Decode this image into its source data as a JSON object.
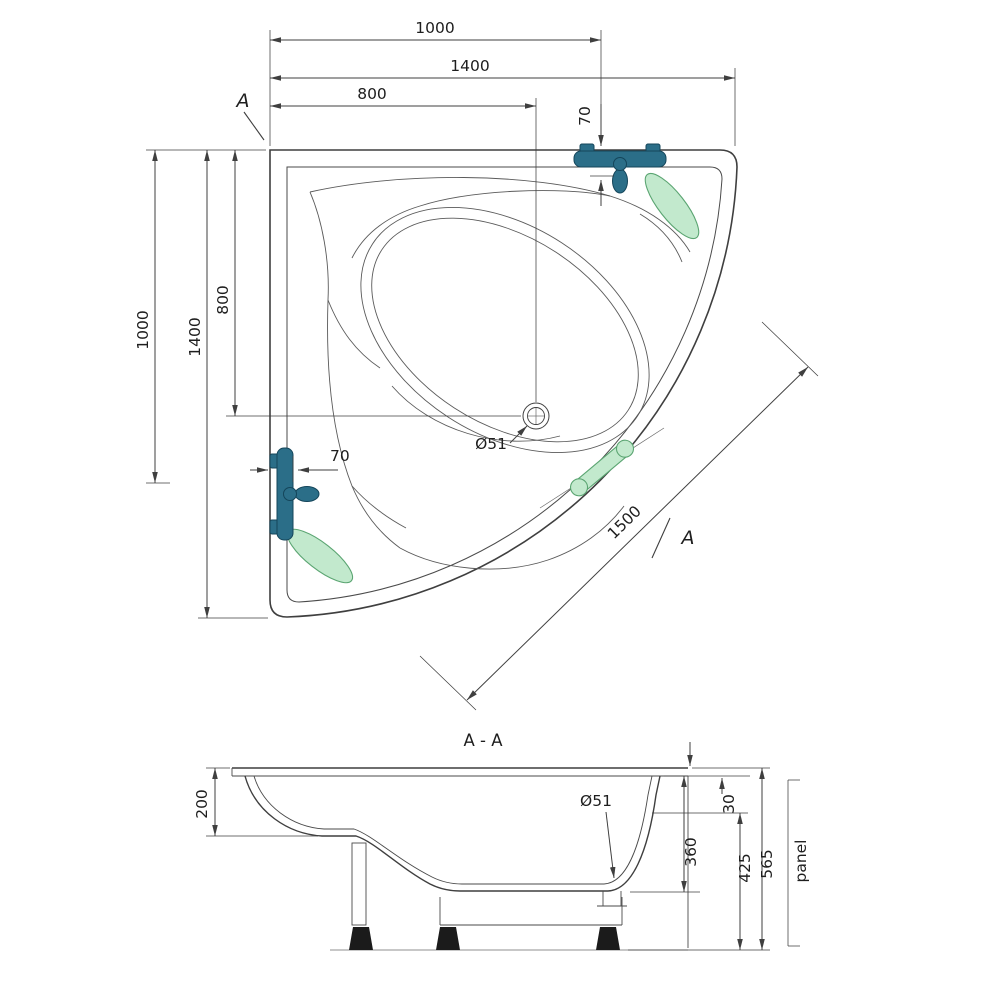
{
  "plan_view": {
    "dim_top_width_1000": "1000",
    "dim_top_width_1400": "1400",
    "dim_top_drain_800": "800",
    "dim_faucet_offset_top_70": "70",
    "dim_left_height_1000": "1000",
    "dim_left_height_1400": "1400",
    "dim_left_drain_800": "800",
    "dim_faucet_offset_left_70": "70",
    "dim_drain_diameter": "Ø51",
    "dim_front_edge_1500": "1500",
    "section_mark_top": "A",
    "section_mark_right": "A"
  },
  "section_view": {
    "title": "A - A",
    "dim_rim_depth_200": "200",
    "dim_drain_diameter": "Ø51",
    "dim_rim_thickness_30": "30",
    "dim_depth_360": "360",
    "dim_height_425": "425",
    "dim_total_height_565": "565",
    "panel_label": "panel"
  },
  "colors": {
    "faucet_fill": "#2b6e88",
    "pad_fill": "#c2e9cd",
    "pad_stroke": "#5ba572"
  }
}
